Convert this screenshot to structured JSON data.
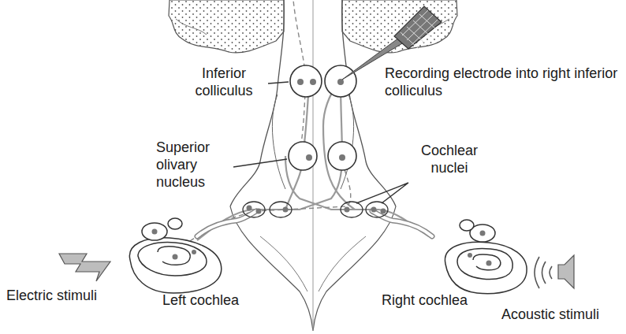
{
  "diagram": {
    "labels": [
      "Inferior colliculus",
      "Recording electrode into right inferior colliculus",
      "Superior olivary nucleus",
      "Cochlear nuclei",
      "Electric stimuli",
      "Left cochlea",
      "Right cochlea",
      "Acoustic stimuli"
    ]
  }
}
